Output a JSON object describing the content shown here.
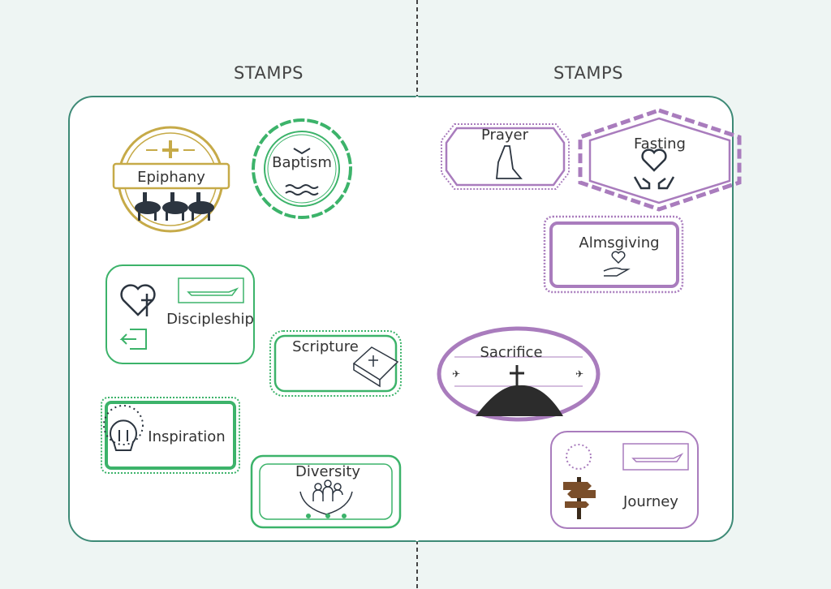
{
  "pages": [
    {
      "heading": "STAMPS"
    },
    {
      "heading": "STAMPS"
    }
  ],
  "stamps": {
    "epiphany": "Epiphany",
    "baptism": "Baptism",
    "discipleship": "Discipleship",
    "scripture": "Scripture",
    "inspiration": "Inspiration",
    "diversity": "Diversity",
    "prayer": "Prayer",
    "fasting": "Fasting",
    "almsgiving": "Almsgiving",
    "sacrifice": "Sacrifice",
    "journey": "Journey"
  },
  "colors": {
    "background": "#eef5f3",
    "card_border": "#3d8a76",
    "green": "#3cb36a",
    "purple": "#a97cbd",
    "gold": "#c6aa48",
    "dark": "#2c3540"
  }
}
